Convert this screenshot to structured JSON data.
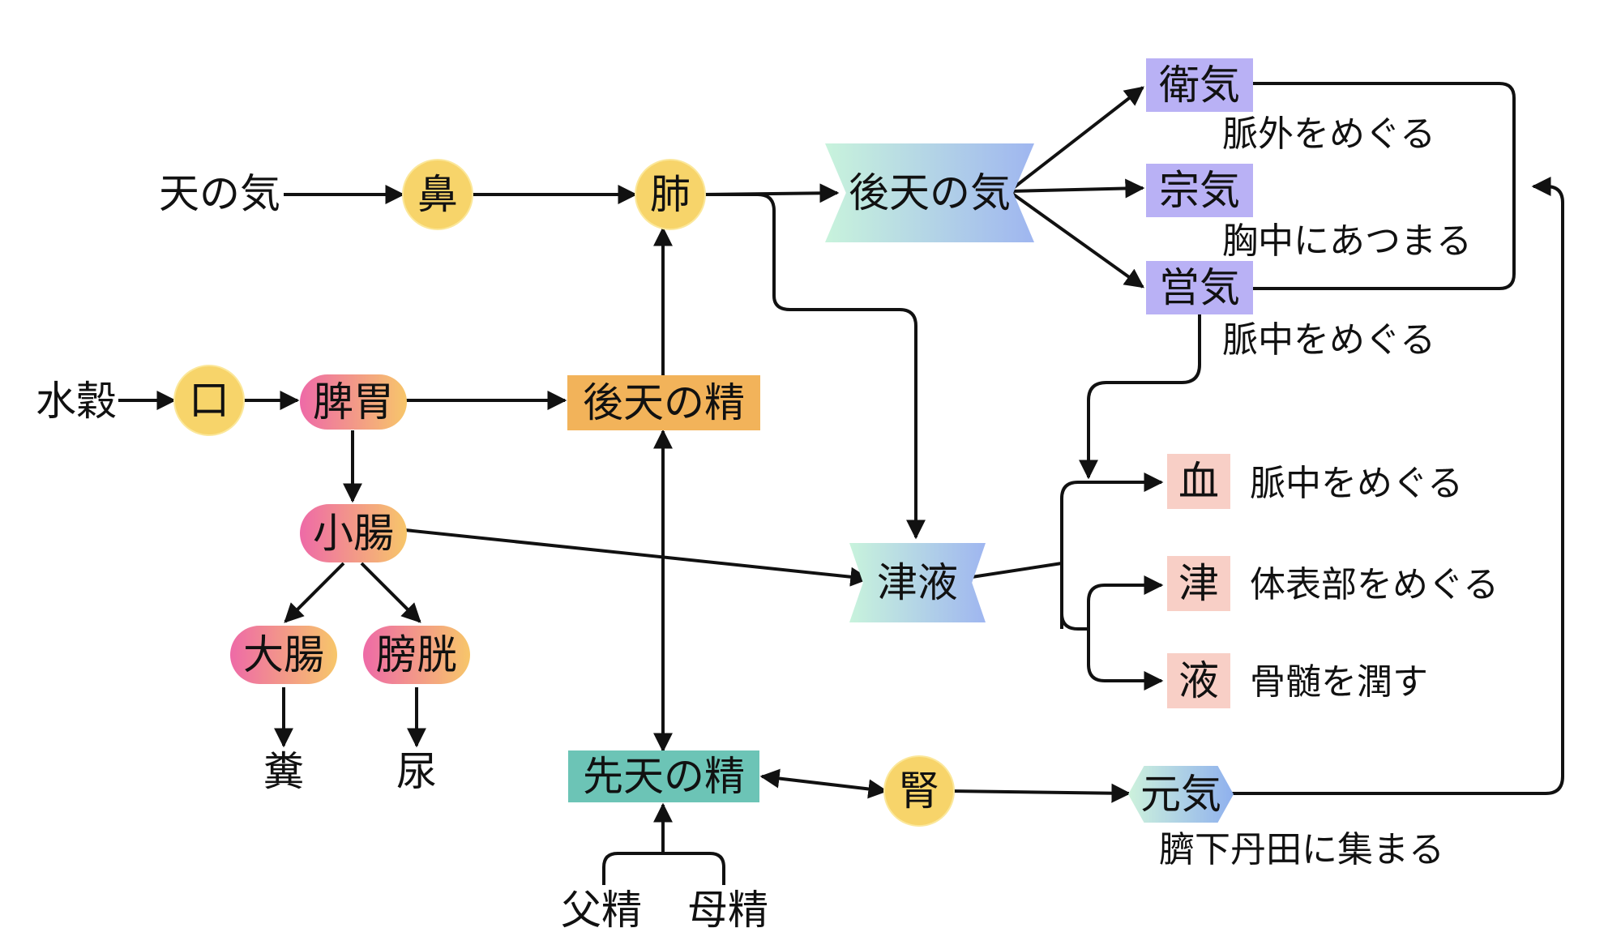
{
  "nodes": {
    "ten_no_ki": "天の気",
    "hana": "鼻",
    "hai": "肺",
    "kouten_no_ki": "後天の気",
    "eki": "衛気",
    "souki": "宗気",
    "eiki": "営気",
    "suikoku": "水穀",
    "kuchi": "口",
    "hii": "脾胃",
    "kouten_no_sei": "後天の精",
    "shouchou": "小腸",
    "shineki": "津液",
    "ketsu": "血",
    "shin": "津",
    "eki_liquid": "液",
    "daichou": "大腸",
    "boukou": "膀胱",
    "fun": "糞",
    "nyou": "尿",
    "senten_no_sei": "先天の精",
    "jin": "腎",
    "genki": "元気",
    "fusei": "父精",
    "bosei": "母精"
  },
  "notes": {
    "eki_note": "脈外をめぐる",
    "souki_note": "胸中にあつまる",
    "eiki_note": "脈中をめぐる",
    "ketsu_note": "脈中をめぐる",
    "shin_note": "体表部をめぐる",
    "eki_liquid_note": "骨髄を潤す",
    "genki_note": "臍下丹田に集まる"
  },
  "colors": {
    "circle": "#f7d46a",
    "pill_from": "#ee6aa7",
    "pill_to": "#f7c66a",
    "orange": "#f2b35a",
    "teal": "#6cc4b6",
    "purple": "#b9b1f5",
    "pink": "#f8cfc6"
  }
}
